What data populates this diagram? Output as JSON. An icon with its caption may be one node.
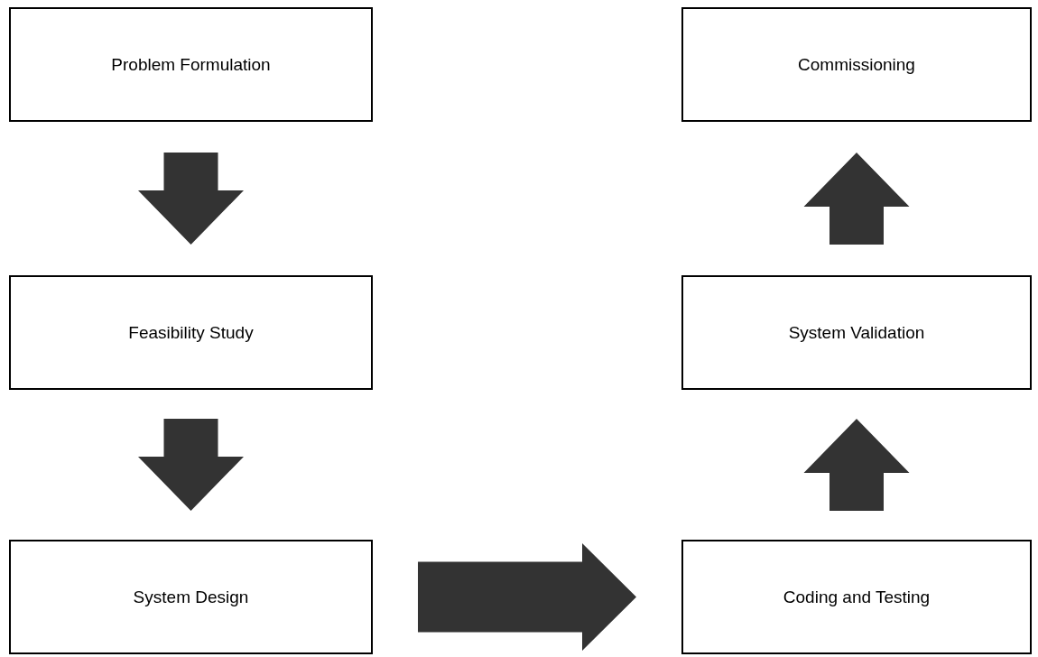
{
  "diagram": {
    "nodes": [
      {
        "text": [
          "Problem Formulation"
        ]
      },
      {
        "text": [
          "Commissioning"
        ]
      },
      {
        "text": [
          "Feasibility Study"
        ]
      },
      {
        "text": [
          "System Validation"
        ]
      },
      {
        "text": [
          "System Design"
        ]
      },
      {
        "text": [
          "Coding and Testing"
        ]
      }
    ],
    "edges": [
      {
        "from": 0,
        "to": 2,
        "arrow": "to"
      },
      {
        "from": 2,
        "to": 4,
        "arrow": "to"
      },
      {
        "from": 4,
        "to": 5,
        "arrow": "to"
      },
      {
        "from": 5,
        "to": 3,
        "arrow": "to"
      },
      {
        "from": 3,
        "to": 1,
        "arrow": "to"
      }
    ]
  }
}
